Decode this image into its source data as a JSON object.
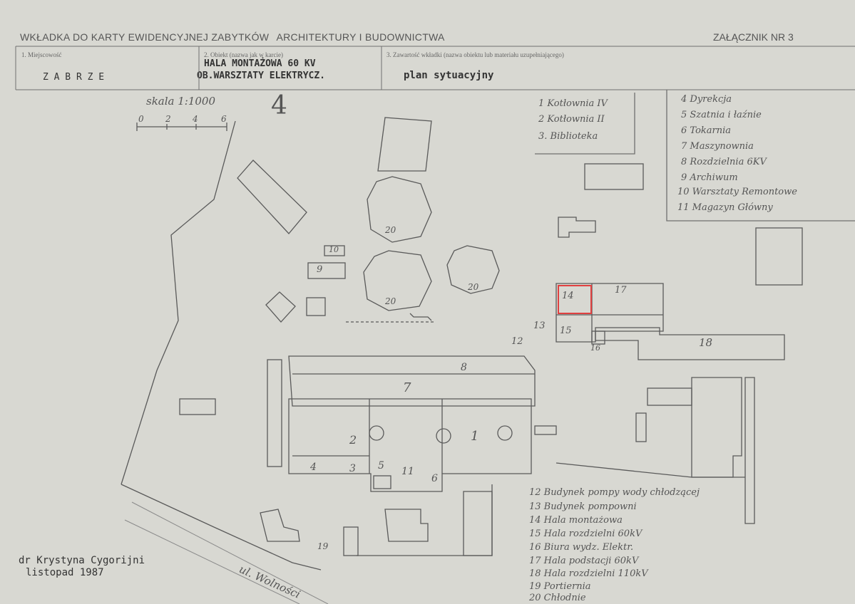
{
  "header": {
    "title_part1": "WKŁADKA DO KARTY EWIDENCYJNEJ ZABYTKÓW",
    "title_part2": "ARCHITEKTURY I BUDOWNICTWA",
    "annex": "ZAŁĄCZNIK NR 3"
  },
  "fields": {
    "f1_label": "1. Miejscowość",
    "f1_value": "Z A B R Z E",
    "f2_label": "2. Obiekt (nazwa jak w karcie)",
    "f2_value_line1": "HALA MONTAŻOWA 60 KV",
    "f2_value_line2": "OB.WARSZTATY ELEKTRYCZ.",
    "f3_label": "3. Zawartość wkładki (nazwa obiektu lub materiału uzupełniającego)",
    "f3_value": "plan sytuacyjny"
  },
  "scale": {
    "label": "skala 1:1000",
    "ticks": [
      "0",
      "2",
      "4",
      "6"
    ],
    "sheet_number": "4"
  },
  "legend_top_left": [
    "1 Kotłownia IV",
    "2 Kotłownia II",
    "3. Biblioteka"
  ],
  "legend_top_right": [
    "4 Dyrekcja",
    "5 Szatnia i łaźnie",
    "6 Tokarnia",
    "7 Maszynownia",
    "8 Rozdzielnia 6KV",
    "9 Archiwum",
    "10 Warsztaty Remontowe",
    "11 Magazyn Główny"
  ],
  "legend_bottom": [
    "12 Budynek pompy wody chłodzącej",
    "13 Budynek pompowni",
    "14 Hala montażowa",
    "15 Hala rozdzielni 60kV",
    "16 Biura wydz. Elektr.",
    "17 Hala podstacji 60kV",
    "18 Hala rozdzielni 110kV",
    "19 Portiernia",
    "20 Chłodnie"
  ],
  "map_labels": {
    "b1": "1",
    "b2": "2",
    "b3": "3",
    "b4": "4",
    "b5": "5",
    "b6": "6",
    "b7": "7",
    "b8": "8",
    "b9": "9",
    "b10": "10",
    "b11": "11",
    "b12": "12",
    "b13": "13",
    "b14": "14",
    "b15": "15",
    "b16": "16",
    "b17": "17",
    "b18": "18",
    "b19": "19",
    "b20a": "20",
    "b20b": "20",
    "b20c": "20",
    "street": "ul. Wolności"
  },
  "author": {
    "name": "dr Krystyna Cygorijni",
    "date": "listopad 1987"
  },
  "colors": {
    "paper": "#d8d8d2",
    "ink": "#555555",
    "highlight": "#e04040"
  }
}
